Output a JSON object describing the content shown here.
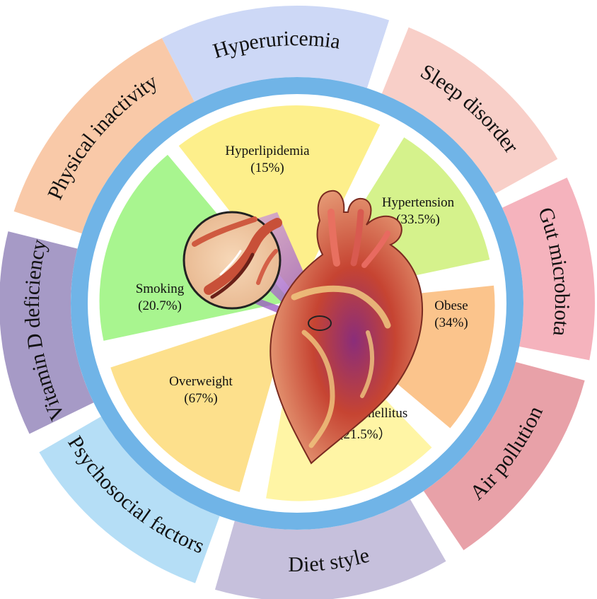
{
  "outer_ring": [
    {
      "label": "Hyperuricemia",
      "color": "#cdd8f6"
    },
    {
      "label": "Sleep disorder",
      "color": "#f8cfc8"
    },
    {
      "label": "Gut microbiota",
      "color": "#f5b3bd"
    },
    {
      "label": "Air pollution",
      "color": "#e8a1a8"
    },
    {
      "label": "Diet style",
      "color": "#c6c0dc"
    },
    {
      "label": "Psychosocial factors",
      "color": "#b5def6"
    },
    {
      "label": "Vitamin D deficiency",
      "color": "#a69ac6"
    },
    {
      "label": "Physical inactivity",
      "color": "#f9c9a8"
    }
  ],
  "inner_pie": [
    {
      "label": "Hyperlipidemia",
      "value": "(15%)",
      "color": "#fdef8b"
    },
    {
      "label": "Hypertension",
      "value": "(33.5%)",
      "color": "#d5f28c"
    },
    {
      "label": "Obese",
      "value": "(34%)",
      "color": "#fbc48c"
    },
    {
      "label": "Diabetes mellitus",
      "value": "（21.5%）",
      "color": "#fff5a5"
    },
    {
      "label": "Overweight",
      "value": "(67%)",
      "color": "#fde08c"
    },
    {
      "label": "Smoking",
      "value": "(20.7%)",
      "color": "#a8f58f"
    }
  ],
  "colors": {
    "blue_ring": "#70b4e7",
    "heart": "#c2422e",
    "artery_zoom": "#c0504a",
    "highlight_cone": "#a86ac8"
  },
  "icons": [
    "heart-illustration",
    "artery-magnifier-icon"
  ]
}
